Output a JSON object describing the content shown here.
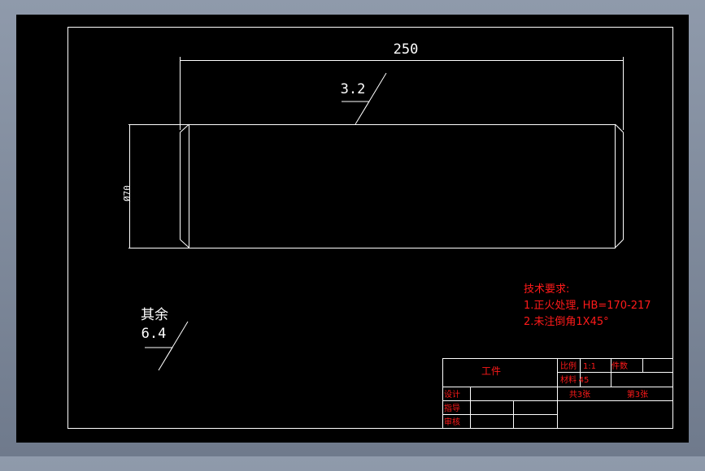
{
  "drawing": {
    "length_dim": "250",
    "diameter_dim": "Ø70",
    "roughness_top": "3.2",
    "roughness_rest_label": "其余",
    "roughness_rest_value": "6.4"
  },
  "tech_requirements": {
    "title": "技术要求:",
    "items": [
      "1.正火处理, HB=170-217",
      "2.未注倒角1X45°"
    ]
  },
  "title_block": {
    "part_name": "工件",
    "scale_label": "比例",
    "scale_value": "1:1",
    "quantity_label": "件数",
    "material_label": "材料",
    "material_value": "45",
    "total_sheets": "共3张",
    "sheet_number": "第3张",
    "designer_label": "设计",
    "instructor_label": "指导",
    "reviewer_label": "审核"
  }
}
